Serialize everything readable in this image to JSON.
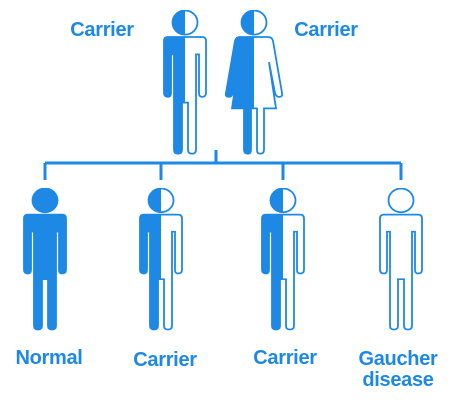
{
  "colors": {
    "fill": "#1e88e5",
    "stroke": "#1e88e5",
    "background": "#ffffff"
  },
  "parents": {
    "left_label": "Carrier",
    "right_label": "Carrier"
  },
  "children": [
    {
      "label": "Normal",
      "status": "normal"
    },
    {
      "label": "Carrier",
      "status": "carrier"
    },
    {
      "label": "Carrier",
      "status": "carrier"
    },
    {
      "label_line1": "Gaucher",
      "label_line2": "disease",
      "status": "affected"
    }
  ]
}
